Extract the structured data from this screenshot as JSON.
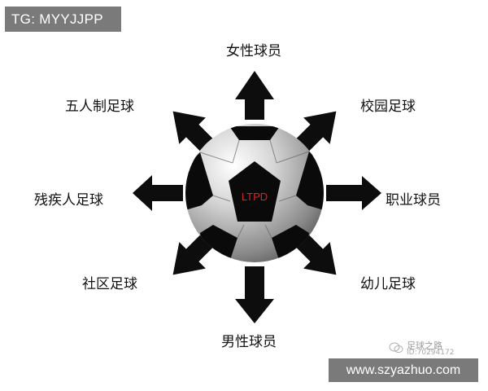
{
  "tag": "TG: MYYJJPP",
  "center_label": "LTPD",
  "labels": {
    "top": "女性球员",
    "top_right": "校园足球",
    "right": "职业球员",
    "bottom_right": "幼儿足球",
    "bottom": "男性球员",
    "bottom_left": "社区足球",
    "left": "残疾人足球",
    "top_left": "五人制足球"
  },
  "watermark": {
    "brand": "足球之路",
    "id": "ID:70294172",
    "url": "www.szyazhuo.com"
  },
  "colors": {
    "arrow": "#0d0d0d",
    "center_text": "#e02020",
    "badge_bg": "#7a7a7a"
  }
}
